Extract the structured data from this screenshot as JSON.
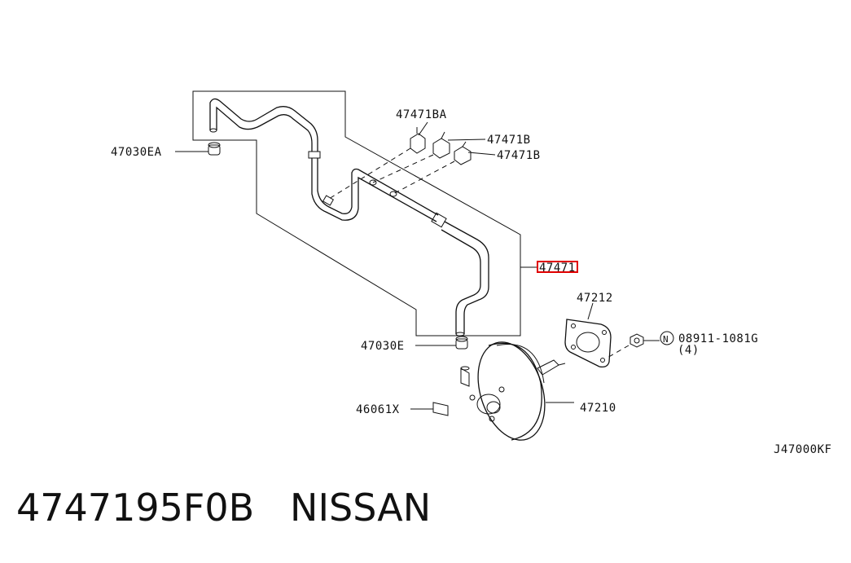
{
  "labels": {
    "p47030EA": "47030EA",
    "p47471BA": "47471BA",
    "p47471B_1": "47471B",
    "p47471B_2": "47471B",
    "p47471": "47471",
    "p47212": "47212",
    "p08911": "08911-1081G",
    "qty": "(4)",
    "n_symbol": "N",
    "p47030E": "47030E",
    "p46061X": "46061X",
    "p47210": "47210",
    "diagram_id": "J47000KF"
  },
  "caption": {
    "part_number": "4747195F0B",
    "brand": "NISSAN"
  },
  "colors": {
    "line": "#111111",
    "highlight": "#e00000"
  }
}
